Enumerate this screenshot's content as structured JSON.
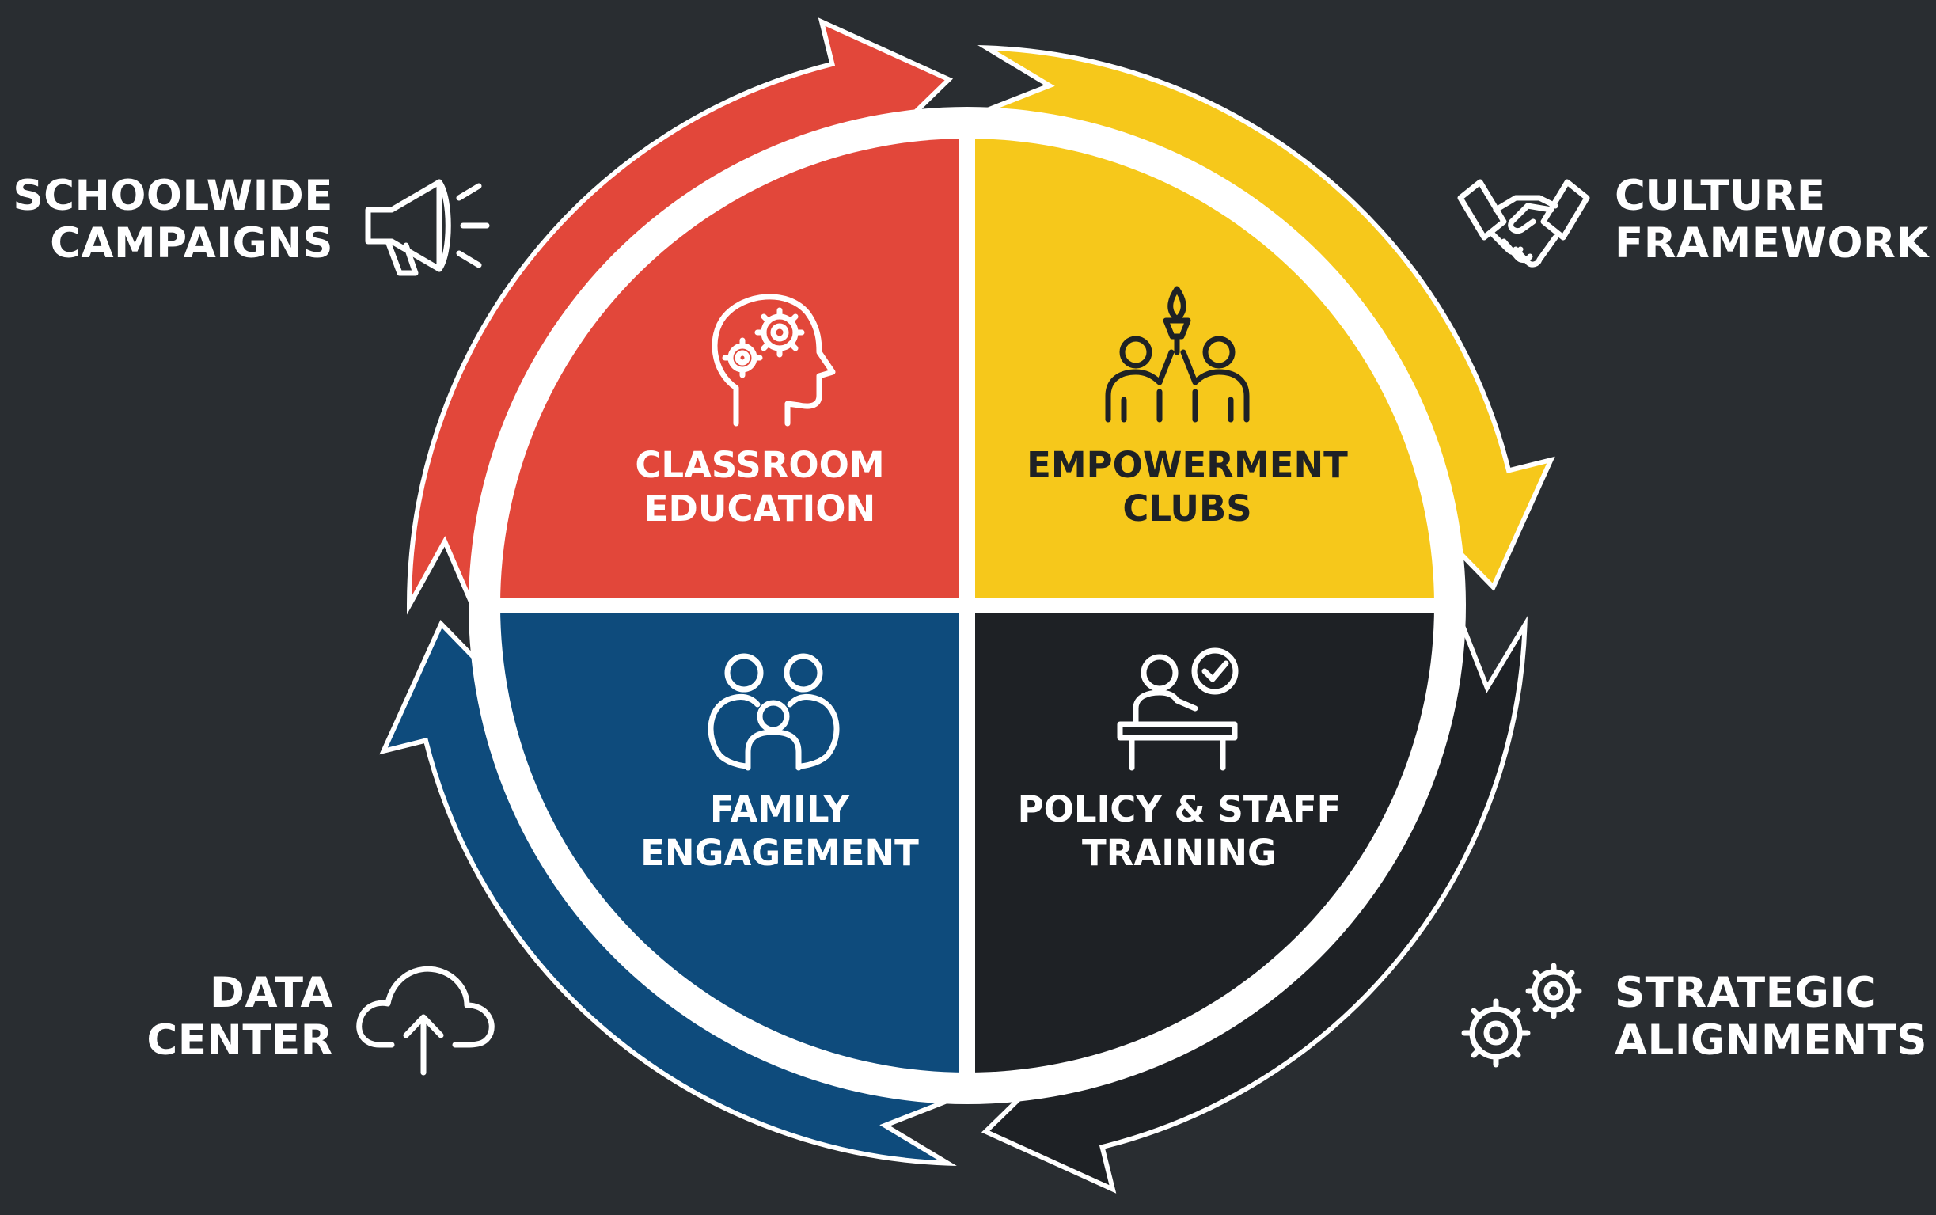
{
  "colors": {
    "background": "#292d31",
    "red": "#e2473a",
    "yellow": "#f6c81b",
    "blue": "#0e4b7c",
    "dark": "#1e2125",
    "ring": "#ffffff",
    "text_light": "#ffffff",
    "text_dark": "#1e2125"
  },
  "quadrants": [
    {
      "id": "classroom",
      "line1": "CLASSROOM",
      "line2": "EDUCATION",
      "icon": "brain-gears-icon",
      "color": "#e2473a"
    },
    {
      "id": "empowerment",
      "line1": "EMPOWERMENT",
      "line2": "CLUBS",
      "icon": "torch-teamwork-icon",
      "color": "#f6c81b"
    },
    {
      "id": "family",
      "line1": "FAMILY",
      "line2": "ENGAGEMENT",
      "icon": "family-icon",
      "color": "#0e4b7c"
    },
    {
      "id": "policy",
      "line1": "POLICY & STAFF",
      "line2": "TRAINING",
      "icon": "presenter-check-icon",
      "color": "#1e2125"
    }
  ],
  "outer_labels": [
    {
      "id": "campaigns",
      "line1": "SCHOOLWIDE",
      "line2": "CAMPAIGNS",
      "icon": "megaphone-icon"
    },
    {
      "id": "culture",
      "line1": "CULTURE",
      "line2": "FRAMEWORK",
      "icon": "handshake-icon"
    },
    {
      "id": "data",
      "line1": "DATA",
      "line2": "CENTER",
      "icon": "cloud-upload-icon"
    },
    {
      "id": "strategic",
      "line1": "STRATEGIC",
      "line2": "ALIGNMENTS",
      "icon": "gears-icon"
    }
  ]
}
